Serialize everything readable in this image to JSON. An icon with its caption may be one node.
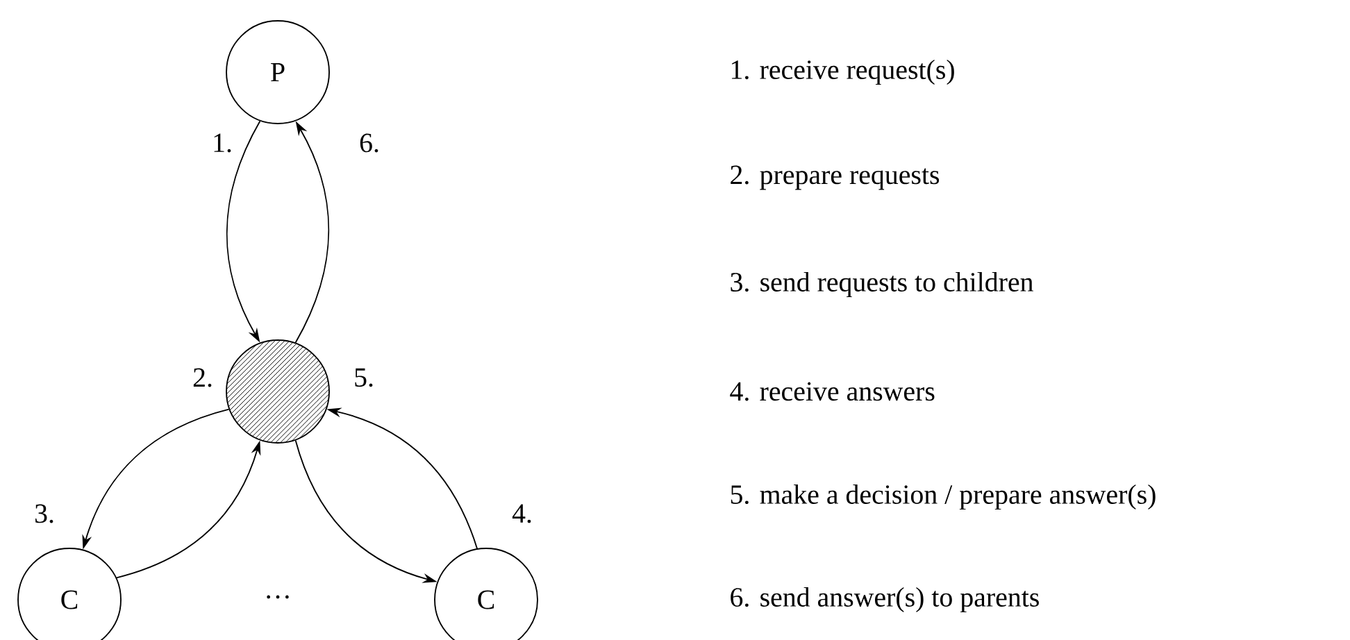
{
  "diagram": {
    "nodes": [
      {
        "text": [
          "P"
        ]
      },
      {
        "text": [],
        "shape": "circle",
        "beside": [
          "2.",
          "5."
        ]
      },
      {
        "text": [
          "C"
        ]
      },
      {
        "text": [
          "C"
        ]
      }
    ],
    "edges": [
      {
        "from": 0,
        "to": 1,
        "arrow": "to",
        "label": "1."
      },
      {
        "from": 1,
        "to": 0,
        "arrow": "to",
        "label": "6."
      },
      {
        "from": 1,
        "to": 2,
        "arrow": "to",
        "label": "3."
      },
      {
        "from": 2,
        "to": 1,
        "arrow": "to"
      },
      {
        "from": 1,
        "to": 3,
        "arrow": "to"
      },
      {
        "from": 3,
        "to": 1,
        "arrow": "to",
        "label": "4."
      }
    ],
    "labels": [
      "1. receive request(s)",
      "2. prepare requests",
      "3. send requests to children",
      "4. receive answers",
      "5. make a decision / prepare answer(s)",
      "6. send answer(s) to parents",
      "…"
    ]
  }
}
